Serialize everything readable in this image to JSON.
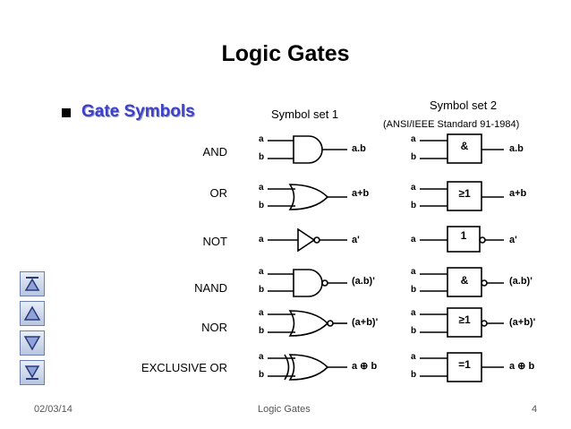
{
  "slide": {
    "title": "Logic Gates",
    "subtitle": "Gate Symbols",
    "set1_title": "Symbol set 1",
    "set2_title": "Symbol set 2",
    "set2_note": "(ANSI/IEEE Standard 91-1984)"
  },
  "gates": [
    {
      "name": "AND",
      "in1": "a",
      "in2": "b",
      "out": "a.b",
      "ieee_label": "&",
      "ieee_out": "a.b"
    },
    {
      "name": "OR",
      "in1": "a",
      "in2": "b",
      "out": "a+b",
      "ieee_label": "≥1",
      "ieee_out": "a+b"
    },
    {
      "name": "NOT",
      "in1": "a",
      "out": "a'",
      "ieee_label": "1",
      "ieee_out": "a'"
    },
    {
      "name": "NAND",
      "in1": "a",
      "in2": "b",
      "out": "(a.b)'",
      "ieee_label": "&",
      "ieee_out": "(a.b)'"
    },
    {
      "name": "NOR",
      "in1": "a",
      "in2": "b",
      "out": "(a+b)'",
      "ieee_label": "≥1",
      "ieee_out": "(a+b)'"
    },
    {
      "name": "EXCLUSIVE OR",
      "in1": "a",
      "in2": "b",
      "out": "a ⊕ b",
      "ieee_label": "=1",
      "ieee_out": "a ⊕ b"
    }
  ],
  "nav": [
    "first-slide-icon",
    "previous-slide-icon",
    "next-slide-icon",
    "last-slide-icon"
  ],
  "footer": {
    "date": "02/03/14",
    "center": "Logic Gates",
    "page": "4"
  }
}
